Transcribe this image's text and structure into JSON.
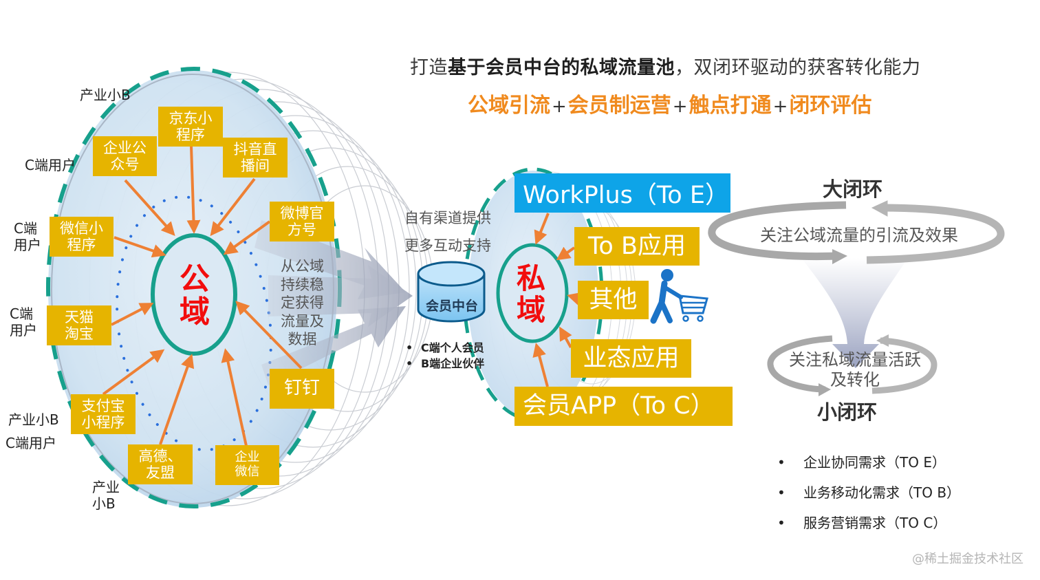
{
  "header": {
    "title_parts": [
      {
        "text": "打造",
        "bold": false
      },
      {
        "text": "基于会员中台的私域流量池",
        "bold": true
      },
      {
        "text": "，双闭环驱动的获客转化能力",
        "bold": false
      }
    ],
    "subtitle": {
      "items": [
        "公域引流",
        "会员制运营",
        "触点打通",
        "闭环评估"
      ],
      "separator": "+"
    }
  },
  "public_domain": {
    "center_label": "公域",
    "channels": [
      {
        "id": "jd",
        "label": [
          "京东小",
          "程序"
        ]
      },
      {
        "id": "wechat-oa",
        "label": [
          "企业公",
          "众号"
        ]
      },
      {
        "id": "douyin",
        "label": [
          "抖音直",
          "播间"
        ]
      },
      {
        "id": "weibo",
        "label": [
          "微博官",
          "方号"
        ]
      },
      {
        "id": "wechat-mini",
        "label": [
          "微信小",
          "程序"
        ]
      },
      {
        "id": "tmall",
        "label": [
          "天猫",
          "淘宝"
        ]
      },
      {
        "id": "alipay",
        "label": [
          "支付宝",
          "小程序"
        ]
      },
      {
        "id": "amap",
        "label": [
          "高德、",
          "友盟"
        ]
      },
      {
        "id": "wecom",
        "label": [
          "企业",
          "微信"
        ]
      },
      {
        "id": "dingtalk",
        "label": [
          "钉钉"
        ]
      }
    ],
    "side_labels": [
      {
        "id": "b-top",
        "lines": [
          "产业小B"
        ]
      },
      {
        "id": "c-1",
        "lines": [
          "C端用户"
        ]
      },
      {
        "id": "c-2",
        "lines": [
          "C端",
          "用户"
        ]
      },
      {
        "id": "c-3",
        "lines": [
          "C端",
          "用户"
        ]
      },
      {
        "id": "b-mid",
        "lines": [
          "产业小B"
        ]
      },
      {
        "id": "c-4",
        "lines": [
          "C端用户"
        ]
      },
      {
        "id": "b-bottom",
        "lines": [
          "产业",
          "小B"
        ]
      }
    ],
    "flow_note": [
      "从公域",
      "持续稳",
      "定获得",
      "流量及",
      "数据"
    ]
  },
  "member_center": {
    "top_note": [
      "自有渠道提供",
      "更多互动支持"
    ],
    "label": "会员中台",
    "members": [
      "C端个人会员",
      "B端企业伙伴"
    ],
    "bullet": "•"
  },
  "private_domain": {
    "center_label": "私域",
    "channels": [
      {
        "id": "workplus",
        "label": "WorkPlus（To E）",
        "color": "#0ea4e8"
      },
      {
        "id": "tob",
        "label": "To B应用",
        "color": "#e6b400"
      },
      {
        "id": "other",
        "label": "其他",
        "color": "#e6b400"
      },
      {
        "id": "business",
        "label": "业态应用",
        "color": "#e6b400"
      },
      {
        "id": "member-app",
        "label": "会员APP（To C）",
        "color": "#e6b400"
      }
    ],
    "shopper_icon": "person-with-cart-icon"
  },
  "loops": {
    "big": {
      "title": "大闭环",
      "desc": "关注公域流量的引流及效果"
    },
    "small": {
      "title": "小闭环",
      "desc": [
        "关注私域流量活跃",
        "及转化"
      ]
    }
  },
  "demands": {
    "bullet": "•",
    "items": [
      "企业协同需求（TO E）",
      "业务移动化需求（TO B）",
      "服务营销需求（TO C）"
    ]
  },
  "watermark": "@稀土掘金技术社区",
  "colors": {
    "accent_orange": "#f08a1e",
    "box_yellow": "#e6b400",
    "box_blue": "#0ea4e8",
    "teal": "#16a08c",
    "red": "#f20d0d",
    "arrow": "#ee8034",
    "dot_blue": "#2a6fdc"
  }
}
